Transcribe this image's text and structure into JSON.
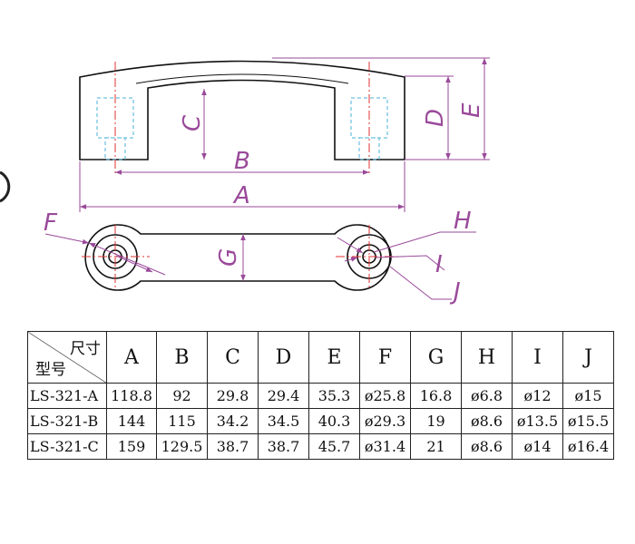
{
  "drawing": {
    "dimension_labels": {
      "A": "A",
      "B": "B",
      "C": "C",
      "D": "D",
      "E": "E",
      "F": "F",
      "G": "G",
      "H": "H",
      "I": "I",
      "J": "J"
    },
    "colors": {
      "outline": "#111111",
      "dimension": "#9a4a9a",
      "thread": "#4ab0d8",
      "centerline": "#e03030"
    }
  },
  "table": {
    "header_top": "尺寸",
    "header_bottom": "型号",
    "columns": [
      "A",
      "B",
      "C",
      "D",
      "E",
      "F",
      "G",
      "H",
      "I",
      "J"
    ],
    "rows": [
      {
        "model": "LS-321-A",
        "values": [
          "118.8",
          "92",
          "29.8",
          "29.4",
          "35.3",
          "ø25.8",
          "16.8",
          "ø6.8",
          "ø12",
          "ø15"
        ]
      },
      {
        "model": "LS-321-B",
        "values": [
          "144",
          "115",
          "34.2",
          "34.5",
          "40.3",
          "ø29.3",
          "19",
          "ø8.6",
          "ø13.5",
          "ø15.5"
        ]
      },
      {
        "model": "LS-321-C",
        "values": [
          "159",
          "129.5",
          "38.7",
          "38.7",
          "45.7",
          "ø31.4",
          "21",
          "ø8.6",
          "ø14",
          "ø16.4"
        ]
      }
    ]
  }
}
